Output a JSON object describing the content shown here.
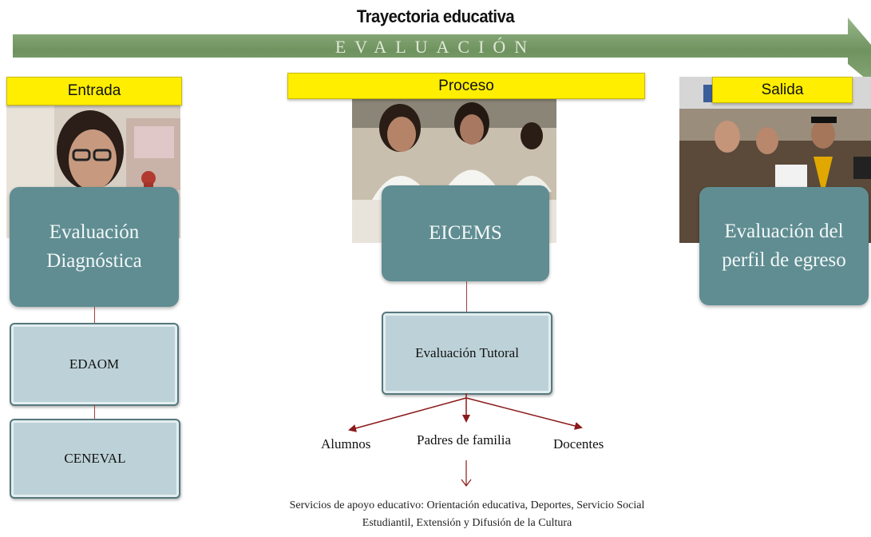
{
  "title": "Trayectoria educativa",
  "banner": {
    "text": "EVALUACIÓN",
    "color": "#7a9c6c"
  },
  "stages": [
    {
      "tag": "Entrada",
      "box": [
        "Evaluación",
        "Diagnóstica"
      ]
    },
    {
      "tag": "Proceso",
      "box": [
        "EICEMS"
      ]
    },
    {
      "tag": "Salida",
      "box": [
        "Evaluación del",
        "perfil de egreso"
      ]
    }
  ],
  "entrada_steps": [
    "EDAOM",
    "CENEVAL"
  ],
  "proceso_step": "Evaluación Tutoral",
  "branches": [
    "Alumnos",
    "Padres de familia",
    "Docentes"
  ],
  "footer": [
    "Servicios de apoyo educativo: Orientación educativa, Deportes, Servicio Social",
    "Estudiantil, Extensión y Difusión de la Cultura"
  ],
  "colors": {
    "tag": "#ffee00",
    "box": "#5f8d92",
    "step": "#bdd2d8",
    "arrow": "#8b1a1a"
  }
}
